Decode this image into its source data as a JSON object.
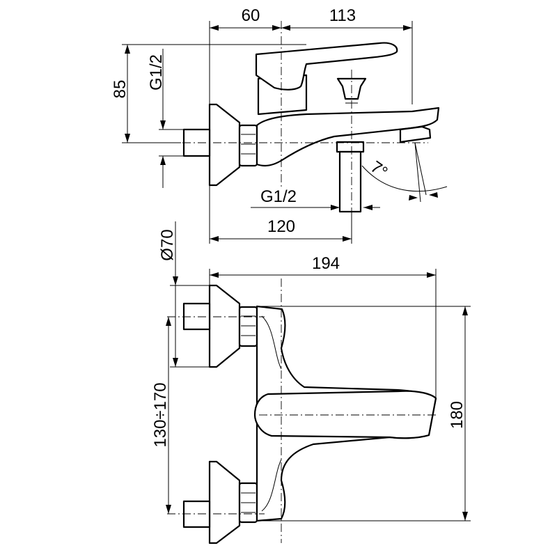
{
  "dimensions": {
    "width_left": "60",
    "width_right": "113",
    "height_85": "85",
    "thread_inlet": "G1/2",
    "thread_outlet": "G1/2",
    "angle": "7°",
    "spout_reach": "120",
    "flange_diameter": "Ø70",
    "overall_width": "194",
    "inlet_spacing": "130÷170",
    "overall_depth": "180"
  }
}
